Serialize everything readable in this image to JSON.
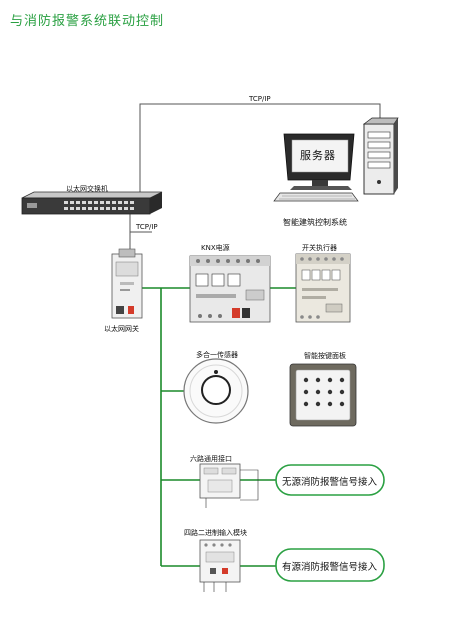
{
  "title": "与消防报警系统联动控制",
  "labels": {
    "tcpip_top": "TCP/IP",
    "tcpip_mid": "TCP/IP",
    "ethernet_switch": "以太网交换机",
    "server": "服务器",
    "bms": "智能建筑控制系统",
    "ethernet_gateway": "以太网网关",
    "knx_power": "KNX电源",
    "switch_actuator": "开关执行器",
    "multi_sensor": "多合一传感器",
    "smart_panel": "智能按键面板",
    "six_way_interface": "六路通用接口",
    "four_way_input": "四路二进制输入模块",
    "passive_fire_input": "无源消防报警信号接入",
    "active_fire_input": "有源消防报警信号接入"
  },
  "colors": {
    "bus_green": "#1a8a2a",
    "box_green": "#2aa042",
    "network_line": "#555555"
  }
}
